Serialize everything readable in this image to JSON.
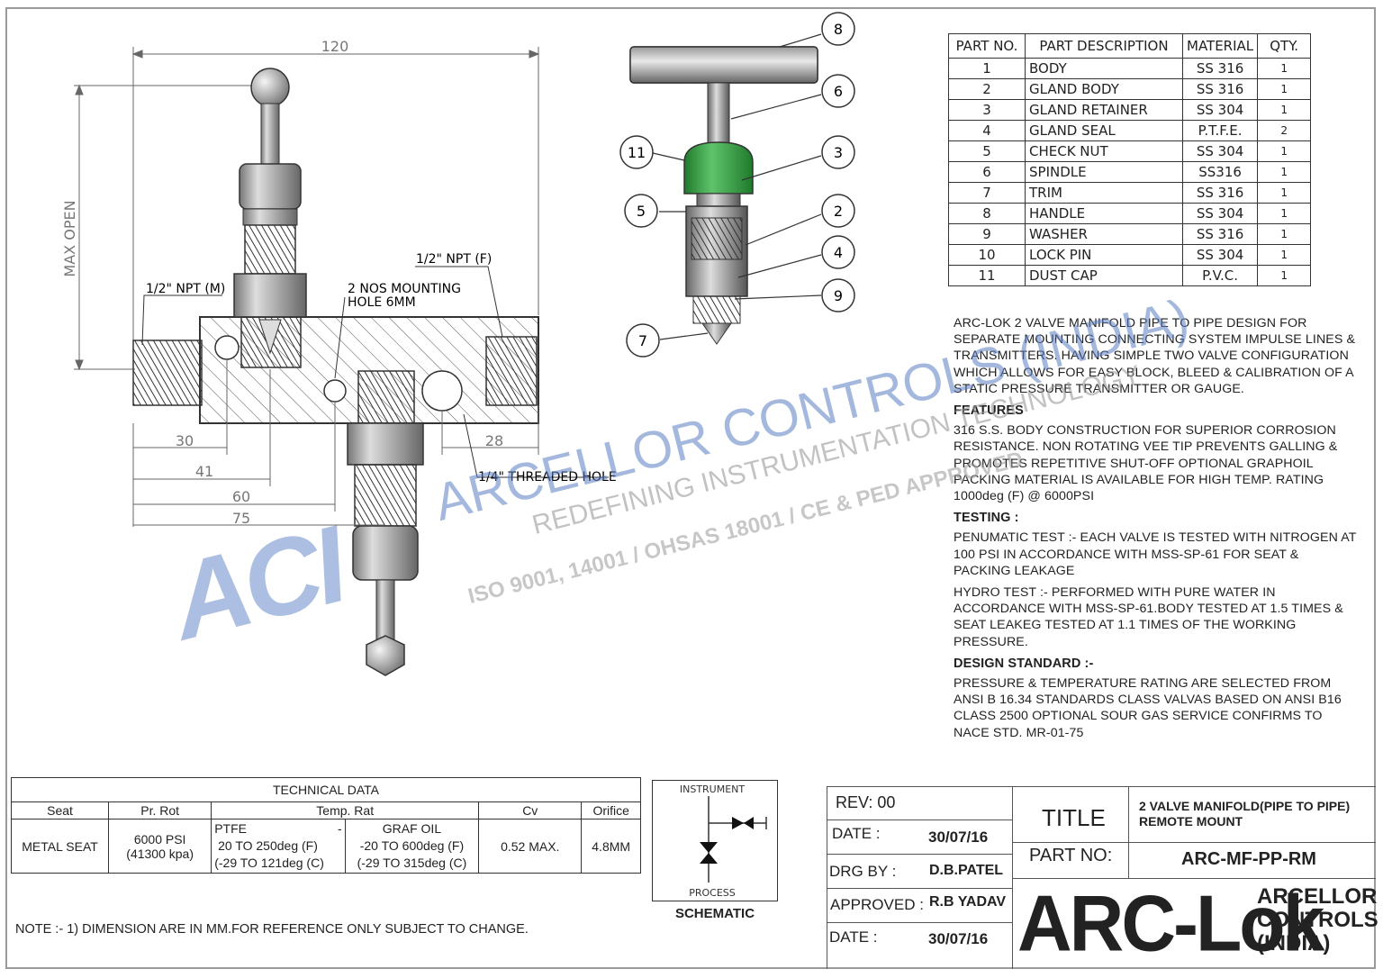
{
  "drawing": {
    "dim_overall": "120",
    "dim_max_open": "MAX OPEN",
    "dim_30": "30",
    "dim_41": "41",
    "dim_60": "60",
    "dim_75": "75",
    "dim_28": "28",
    "label_npt_m": "1/2\" NPT (M)",
    "label_npt_f": "1/2\" NPT (F)",
    "label_mounting_1": "2 NOS MOUNTING",
    "label_mounting_2": "HOLE 6MM",
    "label_threaded_hole": "1/4\" THREADED HOLE",
    "balloons": [
      "8",
      "6",
      "11",
      "3",
      "5",
      "2",
      "4",
      "9",
      "7"
    ]
  },
  "parts_table": {
    "headers": [
      "PART NO.",
      "PART DESCRIPTION",
      "MATERIAL",
      "QTY."
    ],
    "rows": [
      {
        "no": "1",
        "desc": "BODY",
        "mat": "SS 316",
        "qty": "1"
      },
      {
        "no": "2",
        "desc": "GLAND BODY",
        "mat": "SS 316",
        "qty": "1"
      },
      {
        "no": "3",
        "desc": "GLAND RETAINER",
        "mat": "SS 304",
        "qty": "1"
      },
      {
        "no": "4",
        "desc": "GLAND SEAL",
        "mat": "P.T.F.E.",
        "qty": "2"
      },
      {
        "no": "5",
        "desc": "CHECK NUT",
        "mat": "SS 304",
        "qty": "1"
      },
      {
        "no": "6",
        "desc": "SPINDLE",
        "mat": "SS316",
        "qty": "1"
      },
      {
        "no": "7",
        "desc": "TRIM",
        "mat": "SS 316",
        "qty": "1"
      },
      {
        "no": "8",
        "desc": "HANDLE",
        "mat": "SS 304",
        "qty": "1"
      },
      {
        "no": "9",
        "desc": "WASHER",
        "mat": "SS 316",
        "qty": "1"
      },
      {
        "no": "10",
        "desc": "LOCK PIN",
        "mat": "SS 304",
        "qty": "1"
      },
      {
        "no": "11",
        "desc": "DUST CAP",
        "mat": "P.V.C.",
        "qty": "1"
      }
    ]
  },
  "description": {
    "intro": "ARC-LOK 2 VALVE MANIFOLD PIPE TO PIPE DESIGN FOR SEPARATE MOUNTING CONNECTING SYSTEM IMPULSE LINES & TRANSMITTERS. HAVING SIMPLE TWO VALVE CONFIGURATION WHICH ALLOWS FOR EASY BLOCK, BLEED & CALIBRATION OF A STATIC PRESSURE TRANSMITTER OR GAUGE.",
    "features_heading": "FEATURES",
    "features": "316 S.S. BODY CONSTRUCTION FOR SUPERIOR CORROSION RESISTANCE. NON ROTATING VEE TIP PREVENTS GALLING & PROMOTES REPETITIVE SHUT-OFF OPTIONAL GRAPHOIL PACKING MATERIAL IS AVAILABLE FOR HIGH TEMP. RATING 1000deg (F) @ 6000PSI",
    "testing_heading": "TESTING :",
    "pneumatic": "PENUMATIC TEST :-  EACH VALVE IS TESTED WITH NITROGEN AT 100 PSI IN ACCORDANCE WITH MSS-SP-61 FOR SEAT & PACKING LEAKAGE",
    "hydro": "HYDRO TEST :- PERFORMED WITH PURE WATER IN ACCORDANCE WITH MSS-SP-61.BODY TESTED AT 1.5 TIMES & SEAT LEAKEG TESTED AT 1.1 TIMES OF THE WORKING PRESSURE.",
    "design_heading": "DESIGN STANDARD :-",
    "design": "PRESSURE  & TEMPERATURE RATING ARE SELECTED FROM ANSI B 16.34 STANDARDS CLASS VALVAS BASED ON ANSI B16 CLASS 2500 OPTIONAL SOUR  GAS SERVICE CONFIRMS TO NACE STD. MR-01-75"
  },
  "technical_data": {
    "title": "TECHNICAL DATA",
    "headers": [
      "Seat",
      "Pr. Rot",
      "Temp. Rat",
      "Cv",
      "Orifice"
    ],
    "seat": "METAL SEAT",
    "pressure_1": "6000 PSI",
    "pressure_2": "(41300 kpa)",
    "ptfe_label": "PTFE",
    "ptfe_dash": "-",
    "ptfe_1": "20 TO 250deg (F)",
    "ptfe_2": "(-29 TO 121deg (C)",
    "graf_label": "GRAF OIL",
    "graf_1": "-20 TO 600deg (F)",
    "graf_2": "(-29 TO 315deg (C)",
    "cv": "0.52 MAX.",
    "orifice": "4.8MM"
  },
  "schematic": {
    "top": "INSTRUMENT",
    "bottom": "PROCESS",
    "label": "SCHEMATIC"
  },
  "note": "NOTE :- 1) DIMENSION ARE IN MM.FOR REFERENCE ONLY SUBJECT  TO CHANGE.",
  "title_block": {
    "rev": "REV: 00",
    "date_label": "DATE :",
    "date_value": "30/07/16",
    "drg_label": "DRG BY :",
    "drg_value": "D.B.PATEL",
    "approved_label": "APPROVED :",
    "approved_value": "R.B YADAV",
    "date2_label": "DATE :",
    "date2_value": "30/07/16",
    "title_label": "TITLE",
    "title_line1": "2 VALVE MANIFOLD(PIPE TO PIPE)",
    "title_line2": "REMOTE MOUNT",
    "partno_label": "PART NO:",
    "partno_value": "ARC-MF-PP-RM",
    "logo_text": "ARC-Lok",
    "company_1": "ARCELLOR",
    "company_2": "CONTROLS",
    "company_3": "(INDIA)"
  },
  "watermark": {
    "logo": "ACI",
    "company": "ARCELLOR CONTROLS (INDIA)",
    "tagline": "REDEFINING INSTRUMENTATION TECHNOLOGY",
    "iso": "ISO 9001, 14001 / OHSAS 18001 / CE & PED APPROVED"
  },
  "colors": {
    "watermark_blue": "#5b7fc4",
    "watermark_gray": "#9a9a9a",
    "dust_cap_green": "#3aa64a",
    "line": "#333333"
  }
}
